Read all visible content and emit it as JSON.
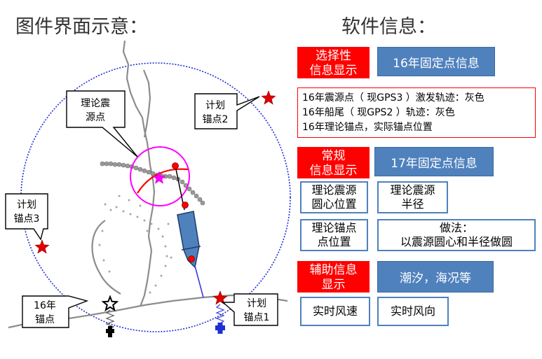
{
  "headings": {
    "diagram_title": "图件界面示意：",
    "info_title": "软件信息："
  },
  "diagram_labels": {
    "theory_source": [
      "理论震",
      "源点"
    ],
    "plan_anchor_2": [
      "计划",
      "锚点2"
    ],
    "plan_anchor_3": [
      "计划",
      "锚点3"
    ],
    "plan_anchor_1": [
      "计划",
      "锚点1"
    ],
    "anchor_16": [
      "16年",
      "锚点"
    ]
  },
  "panel": {
    "selective_display": [
      "选择性",
      "信息显示"
    ],
    "fixed_16": "16年固定点信息",
    "info_lines": [
      "16年震源点（ 现GPS3 ）激发轨迹：灰色",
      "16年船尾（ 现GPS2 ）轨迹：灰色",
      "16年理论锚点，实际锚点位置"
    ],
    "regular_display": [
      "常规",
      "信息显示"
    ],
    "fixed_17": "17年固定点信息",
    "center_pos": [
      "理论震源",
      "圆心位置"
    ],
    "radius": [
      "理论震源",
      "半径"
    ],
    "anchor_pos": [
      "理论锚点",
      "点位置"
    ],
    "method": [
      "做法：",
      "以震源圆心和半径做圆"
    ],
    "aux_display": [
      "辅助信息",
      "显示"
    ],
    "tide": "潮汐，海况等",
    "wind_speed": "实时风速",
    "wind_dir": "实时风向"
  },
  "colors": {
    "accent_red": "#ff0000",
    "button_blue": "#4f81bd",
    "circle_blue": "#1f2fd4",
    "magenta": "#ff00ff",
    "track_gray": "#8c8c8c"
  }
}
